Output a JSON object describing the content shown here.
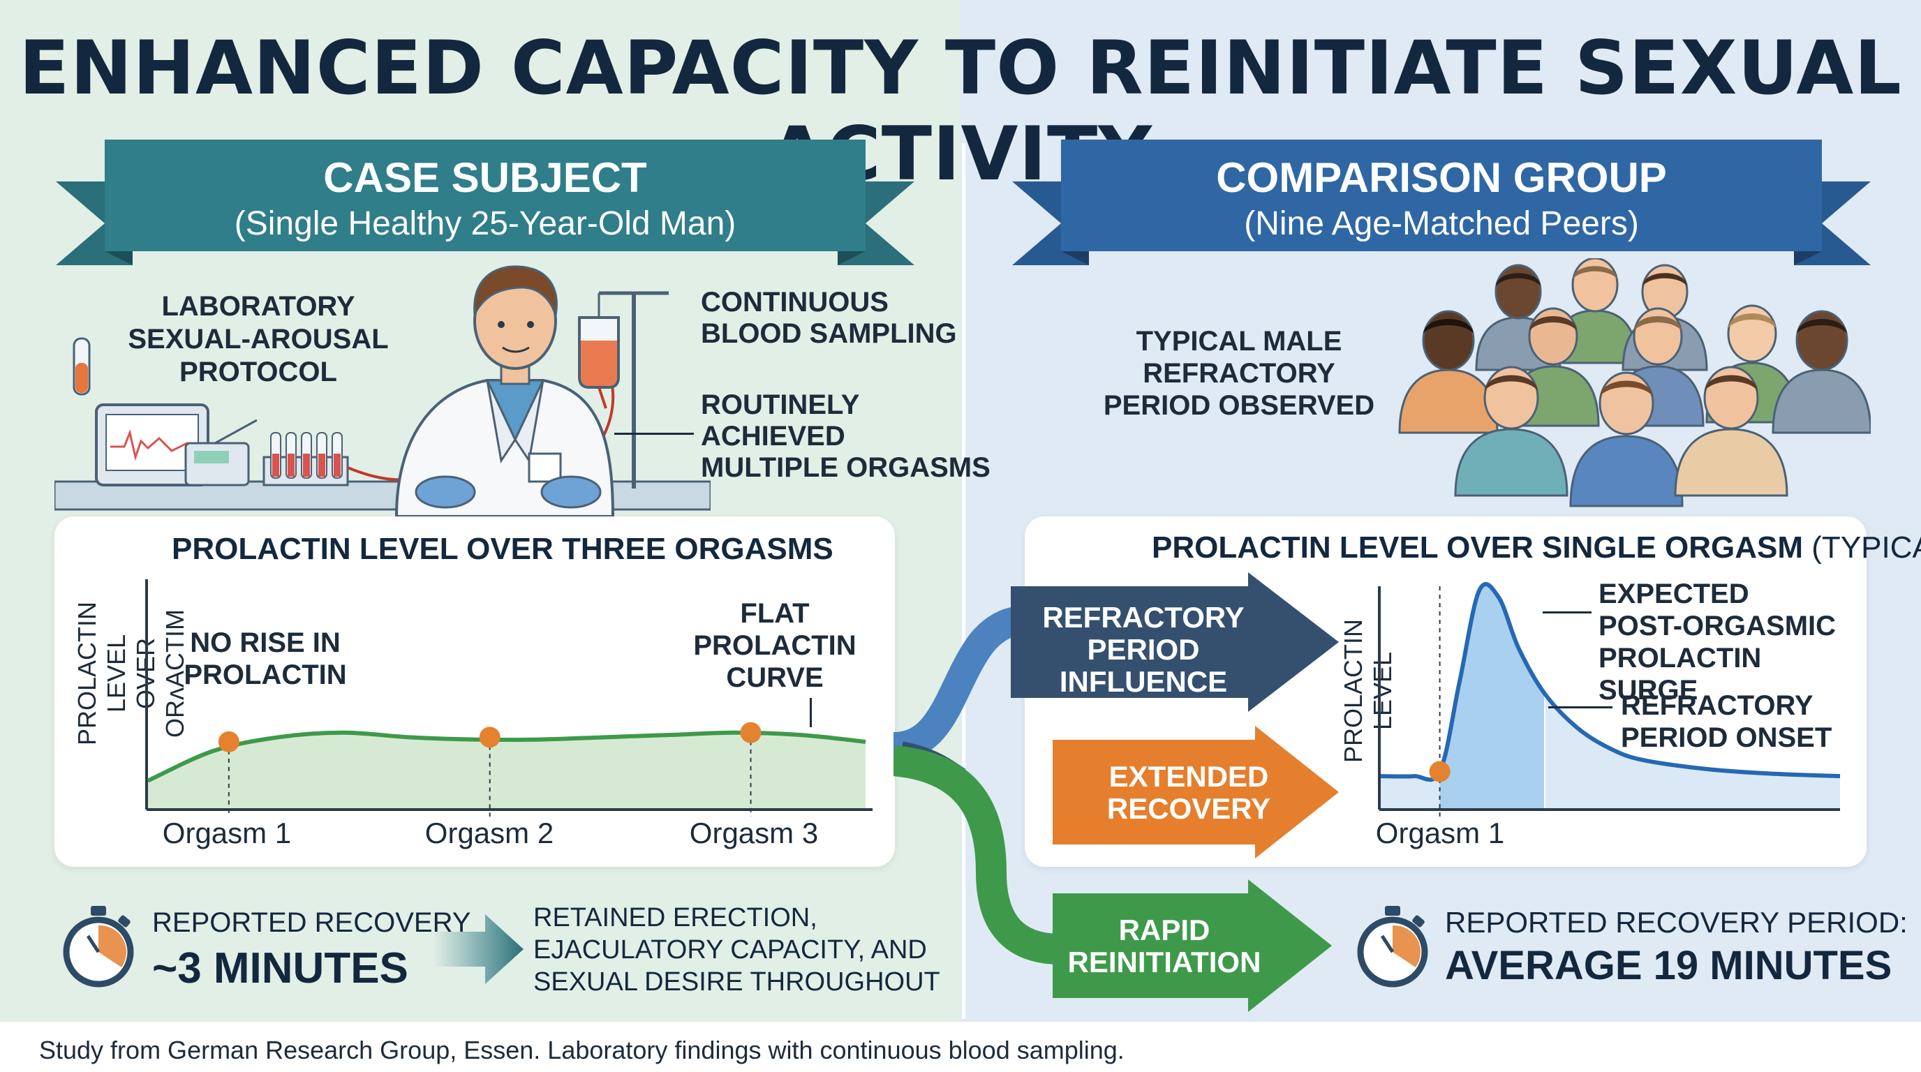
{
  "title": "ENHANCED CAPACITY TO REINITIATE SEXUAL ACTIVITY",
  "colors": {
    "left_bg": "#e2efe6",
    "right_bg": "#e0eaf5",
    "teal_banner": "#2f7e8a",
    "blue_banner": "#2f67a4",
    "green_curve": "#3e9a4a",
    "orange_dot": "#e5822f",
    "blue_curve": "#2569b3",
    "dark_arrow": "#35506f",
    "orange_arrow": "#e57f2d",
    "green_arrow": "#3e9a4a"
  },
  "left": {
    "banner_title": "CASE SUBJECT",
    "banner_subtitle": "(Single Healthy 25-Year-Old Man)",
    "label_protocol": "LABORATORY\nSEXUAL-AROUSAL\nPROTOCOL",
    "label_sampling": "CONTINUOUS\nBLOOD SAMPLING",
    "label_orgasms": "ROUTINELY\nACHIEVED\nMULTIPLE ORGASMS",
    "chart_title": "PROLACTIN LEVEL OVER THREE ORGASMS",
    "chart_ylabel": "PROLACTIN LEVEL\nOVER ORᴧACTIM",
    "annotation_norise": "NO RISE IN\nPROLACTIN",
    "annotation_flat": "FLAT\nPROLACTIN\nCURVE",
    "recovery_label": "REPORTED RECOVERY",
    "recovery_value": "~3 MINUTES",
    "retained_text": "RETAINED ERECTION,\nEJACULATORY CAPACITY, AND\nSEXUAL DESIRE THROUGHOUT"
  },
  "right": {
    "banner_title": "COMPARISON GROUP",
    "banner_subtitle": "(Nine Age-Matched Peers)",
    "label_refractory": "TYPICAL MALE\nREFRACTORY\nPERIOD OBSERVED",
    "chart_title": "PROLACTIN LEVEL OVER SINGLE ORGASM",
    "chart_title_suffix": "(TYPICAL)",
    "chart_ylabel": "PROLACTIN LEVEL",
    "annotation_surge": "EXPECTED\nPOST-ORGASMIC\nPROLACTIN SURGE",
    "annotation_onset": "REFRACTORY\nPERIOD ONSET",
    "recovery_label": "REPORTED RECOVERY PERIOD:",
    "recovery_value": "AVERAGE 19 MINUTES"
  },
  "arrows": {
    "refractory": "REFRACTORY\nPERIOD\nINFLUENCE",
    "extended": "EXTENDED\nRECOVERY",
    "rapid": "RAPID\nREINITIATION"
  },
  "chart_data": [
    {
      "type": "line",
      "title": "PROLACTIN LEVEL OVER THREE ORGASMS",
      "ylabel": "PROLACTIN LEVEL OVER ORᴧACTIM",
      "x_ticks": [
        "Orgasm 1",
        "Orgasm 2",
        "Orgasm 3"
      ],
      "x": [
        0,
        0.5,
        1,
        1.5,
        2,
        2.5,
        3,
        3.5,
        4,
        4.5,
        5,
        5.5
      ],
      "y": [
        0.12,
        0.25,
        0.31,
        0.33,
        0.31,
        0.3,
        0.3,
        0.31,
        0.32,
        0.33,
        0.32,
        0.29
      ],
      "ylim": [
        0,
        1
      ],
      "markers": [
        {
          "x": 0.62,
          "y": 0.29
        },
        {
          "x": 2.62,
          "y": 0.31
        },
        {
          "x": 4.62,
          "y": 0.33
        }
      ],
      "marker_labels": [
        "Orgasm 1",
        "Orgasm 2",
        "Orgasm 3"
      ]
    },
    {
      "type": "area",
      "title": "PROLACTIN LEVEL OVER SINGLE ORGASM (TYPICAL)",
      "ylabel": "PROLACTIN LEVEL",
      "x_ticks": [
        "Orgasm 1"
      ],
      "x": [
        0,
        0.5,
        0.9,
        1.2,
        1.5,
        1.8,
        2.1,
        2.5,
        3,
        3.5,
        4,
        5,
        6,
        7
      ],
      "y": [
        0.14,
        0.14,
        0.16,
        0.55,
        0.95,
        0.92,
        0.7,
        0.5,
        0.35,
        0.26,
        0.21,
        0.17,
        0.15,
        0.14
      ],
      "ylim": [
        0,
        1
      ],
      "marker": {
        "x": 0.9,
        "y": 0.16
      },
      "marker_label": "Orgasm 1"
    }
  ],
  "footer": "Study from German Research Group, Essen. Laboratory findings with continuous blood sampling."
}
